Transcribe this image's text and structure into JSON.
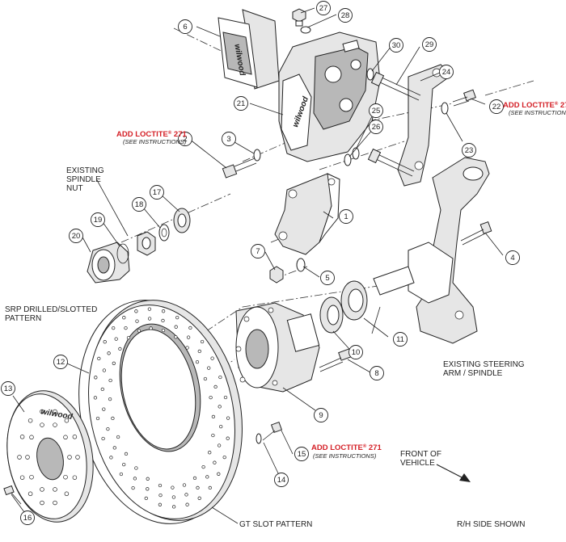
{
  "callouts": [
    {
      "n": "1"
    },
    {
      "n": "2"
    },
    {
      "n": "3"
    },
    {
      "n": "4"
    },
    {
      "n": "5"
    },
    {
      "n": "6"
    },
    {
      "n": "7"
    },
    {
      "n": "8"
    },
    {
      "n": "9"
    },
    {
      "n": "10"
    },
    {
      "n": "11"
    },
    {
      "n": "12"
    },
    {
      "n": "13"
    },
    {
      "n": "14"
    },
    {
      "n": "15"
    },
    {
      "n": "16"
    },
    {
      "n": "17"
    },
    {
      "n": "18"
    },
    {
      "n": "19"
    },
    {
      "n": "20"
    },
    {
      "n": "21"
    },
    {
      "n": "22"
    },
    {
      "n": "23"
    },
    {
      "n": "24"
    },
    {
      "n": "25"
    },
    {
      "n": "26"
    },
    {
      "n": "27"
    },
    {
      "n": "28"
    },
    {
      "n": "29"
    },
    {
      "n": "30"
    }
  ],
  "labels": {
    "existing_spindle_nut": [
      "EXISTING",
      "SPINDLE",
      "NUT"
    ],
    "srp_pattern": [
      "SRP DRILLED/SLOTTED",
      "PATTERN"
    ],
    "steering_arm": [
      "EXISTING STEERING",
      "ARM / SPINDLE"
    ],
    "gt_slot": "GT SLOT PATTERN",
    "front_of_vehicle": [
      "FRONT OF",
      "VEHICLE"
    ],
    "side_shown": "R/H SIDE SHOWN"
  },
  "loctite": {
    "text": "ADD LOCTITE",
    "reg": "®",
    "number": "271",
    "instructions": "(SEE INSTRUCTIONS)"
  },
  "brand": {
    "logo": "wilwood",
    "accent": "#d41f26"
  }
}
